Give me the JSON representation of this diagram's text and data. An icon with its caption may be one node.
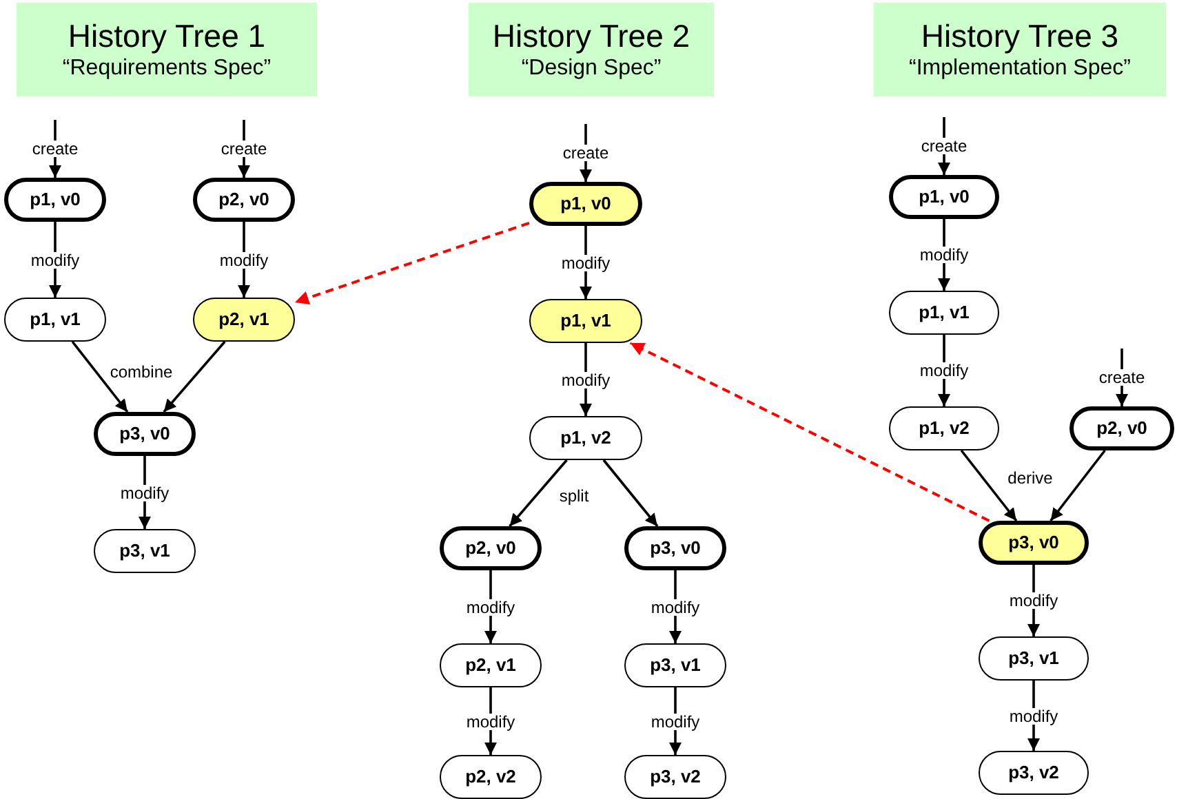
{
  "diagram": {
    "nodes": [
      {
        "text": [
          "History Tree 1",
          "“Requirements Spec”"
        ]
      },
      {
        "text": [
          "History Tree 2",
          "“Design Spec”"
        ]
      },
      {
        "text": [
          "History Tree 3",
          "“Implementation Spec”"
        ]
      },
      {
        "text": [
          "p1, v0"
        ]
      },
      {
        "text": [
          "p2, v0"
        ]
      },
      {
        "text": [
          "p1, v1"
        ]
      },
      {
        "text": [
          "p2, v1"
        ]
      },
      {
        "text": [
          "p3, v0"
        ]
      },
      {
        "text": [
          "p3, v1"
        ]
      },
      {
        "text": [
          "p1, v0"
        ]
      },
      {
        "text": [
          "p1, v1"
        ]
      },
      {
        "text": [
          "p1, v2"
        ]
      },
      {
        "text": [
          "p2, v0"
        ]
      },
      {
        "text": [
          "p3, v0"
        ]
      },
      {
        "text": [
          "p2, v1"
        ]
      },
      {
        "text": [
          "p3, v1"
        ]
      },
      {
        "text": [
          "p2, v2"
        ]
      },
      {
        "text": [
          "p3, v2"
        ]
      },
      {
        "text": [
          "p1, v0"
        ]
      },
      {
        "text": [
          "p1, v1"
        ]
      },
      {
        "text": [
          "p1, v2"
        ]
      },
      {
        "text": [
          "p2, v0"
        ]
      },
      {
        "text": [
          "p3, v0"
        ]
      },
      {
        "text": [
          "p3, v1"
        ]
      },
      {
        "text": [
          "p3, v2"
        ]
      }
    ],
    "edges": [
      {
        "from": null,
        "to": 3,
        "arrow": "to",
        "label": "create"
      },
      {
        "from": null,
        "to": 4,
        "arrow": "to",
        "label": "create"
      },
      {
        "from": 3,
        "to": 5,
        "arrow": "to",
        "label": "modify"
      },
      {
        "from": 4,
        "to": 6,
        "arrow": "to",
        "label": "modify"
      },
      {
        "from": 5,
        "to": 7,
        "arrow": "to",
        "label": "combine"
      },
      {
        "from": 6,
        "to": 7,
        "arrow": "to"
      },
      {
        "from": 7,
        "to": 8,
        "arrow": "to",
        "label": "modify"
      },
      {
        "from": null,
        "to": 9,
        "arrow": "to",
        "label": "create"
      },
      {
        "from": 9,
        "to": 10,
        "arrow": "to",
        "label": "modify"
      },
      {
        "from": 10,
        "to": 11,
        "arrow": "to",
        "label": "modify"
      },
      {
        "from": 11,
        "to": 12,
        "arrow": "to",
        "label": "split"
      },
      {
        "from": 11,
        "to": 13,
        "arrow": "to"
      },
      {
        "from": 12,
        "to": 14,
        "arrow": "to",
        "label": "modify"
      },
      {
        "from": 14,
        "to": 16,
        "arrow": "to",
        "label": "modify"
      },
      {
        "from": 13,
        "to": 15,
        "arrow": "to",
        "label": "modify"
      },
      {
        "from": 15,
        "to": 17,
        "arrow": "to",
        "label": "modify"
      },
      {
        "from": null,
        "to": 18,
        "arrow": "to",
        "label": "create"
      },
      {
        "from": 18,
        "to": 19,
        "arrow": "to",
        "label": "modify"
      },
      {
        "from": 19,
        "to": 20,
        "arrow": "to",
        "label": "modify"
      },
      {
        "from": null,
        "to": 21,
        "arrow": "to",
        "label": "create"
      },
      {
        "from": 20,
        "to": 22,
        "arrow": "to",
        "label": "derive"
      },
      {
        "from": 21,
        "to": 22,
        "arrow": "to"
      },
      {
        "from": 22,
        "to": 23,
        "arrow": "to",
        "label": "modify"
      },
      {
        "from": 23,
        "to": 24,
        "arrow": "to",
        "label": "modify"
      },
      {
        "from": 9,
        "to": 6,
        "arrow": "to",
        "style": "dashed",
        "color": "#ff0000"
      },
      {
        "from": 22,
        "to": 10,
        "arrow": "to",
        "style": "dashed",
        "color": "#ff0000"
      }
    ]
  }
}
